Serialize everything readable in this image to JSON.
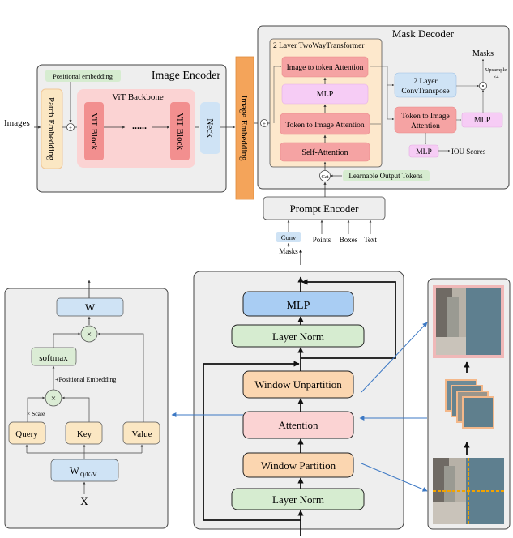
{
  "image_encoder": {
    "title": "Image Encoder",
    "positional_embedding": "Positional embedding",
    "patch_embedding": "Patch Embedding",
    "backbone_title": "ViT Backbone",
    "vit_block": "ViT Block",
    "dots": "......",
    "neck": "Neck"
  },
  "images_label": "Images",
  "image_embedding": "Image Embedding",
  "mask_decoder": {
    "title": "Mask Decoder",
    "transformer_title": "2 Layer TwoWayTransformer",
    "image_to_token": "Image to token Attention",
    "mlp": "MLP",
    "token_to_image": "Token to Image Attention",
    "self_attention": "Self-Attention",
    "conv_transpose_line1": "2 Layer",
    "conv_transpose_line2": "ConvTranspose",
    "token_to_image_right_line1": "Token to Image",
    "token_to_image_right_line2": "Attention",
    "mlp_right": "MLP",
    "mlp_iou": "MLP",
    "iou_scores": "IOU Scores",
    "masks_out": "Masks",
    "upsample": "Upsample",
    "upsample_factor": "×4",
    "cat": "Cat",
    "learnable_tokens": "Learnable Output Tokens"
  },
  "prompt_encoder": {
    "title": "Prompt Encoder",
    "conv": "Conv",
    "masks": "Masks",
    "points": "Points",
    "boxes": "Boxes",
    "text": "Text"
  },
  "attention_detail": {
    "w": "W",
    "times": "×",
    "softmax": "softmax",
    "pos_embedding": "+Positional Embedding",
    "scale": "× Scale",
    "query": "Query",
    "key": "Key",
    "value": "Value",
    "wqkv_main": "W",
    "wqkv_sub": "Q/K/V",
    "x": "X"
  },
  "vit_block_detail": {
    "mlp": "MLP",
    "layer_norm_top": "Layer Norm",
    "window_unpartition": "Window Unpartition",
    "attention": "Attention",
    "window_partition": "Window Partition",
    "layer_norm_bottom": "Layer Norm"
  },
  "colors": {
    "panel": "#eeeeee",
    "pink": "#f5a3a3",
    "pink_light": "#fbd3d3",
    "magenta_light": "#f6ccf5",
    "green_light": "#d6ecd0",
    "green_box": "#dbecd5",
    "blue_light": "#cfe3f5",
    "blue_mlp": "#a9cdf3",
    "orange": "#f4a45a",
    "peach": "#fbd6b0",
    "yellow": "#fbe7c3",
    "arrow_blue": "#3c78c4"
  }
}
